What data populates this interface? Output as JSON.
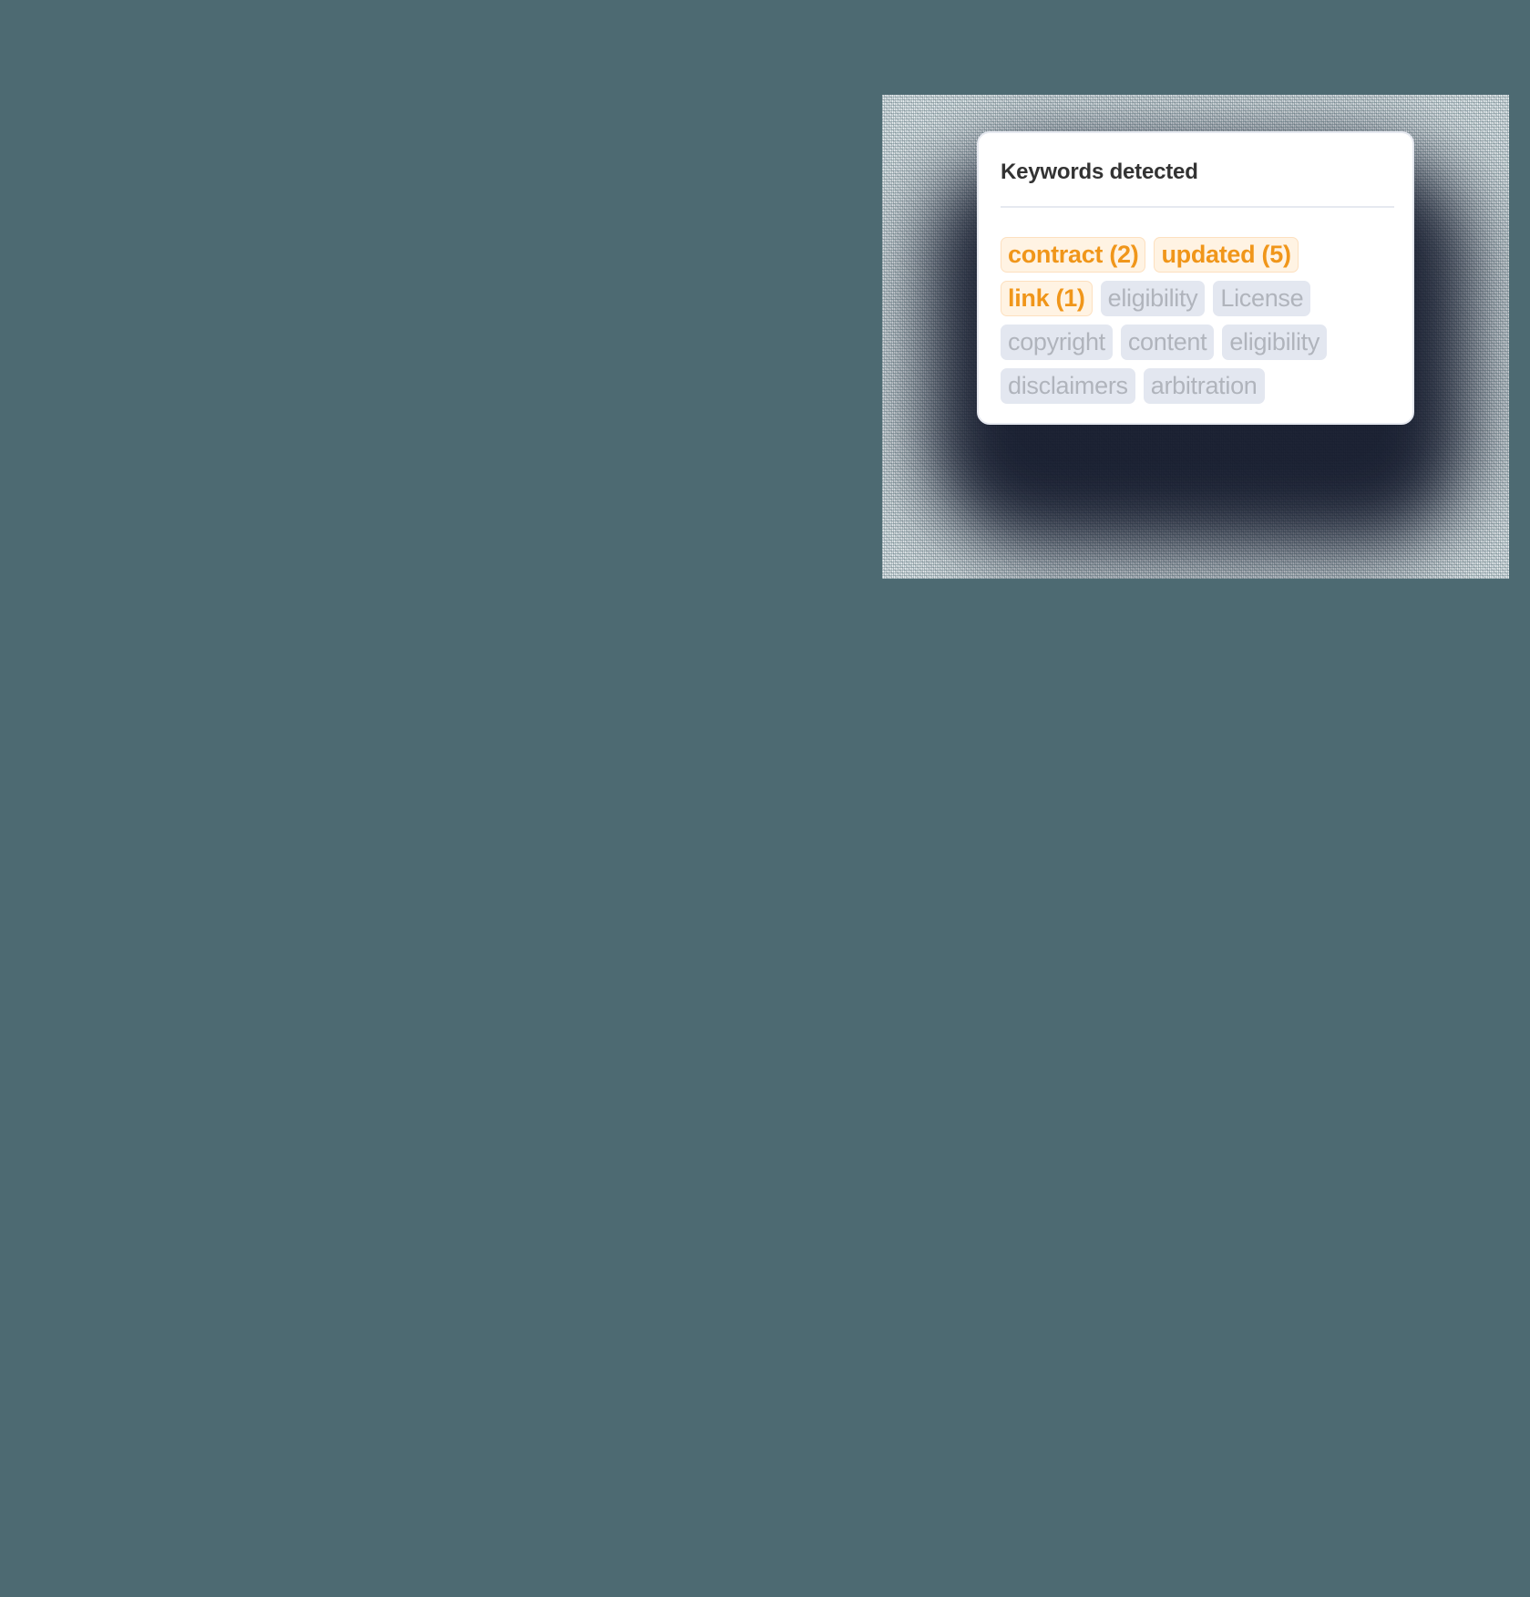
{
  "colors": {
    "background": "#4d6a72",
    "card_bg": "#ffffff",
    "hit_text": "#f0961a",
    "hit_bg": "#fff3e3",
    "miss_text": "#b0b4bc",
    "miss_bg": "#e3e7f0",
    "shadow": "#141a2c"
  },
  "card": {
    "title": "Keywords detected",
    "keywords": [
      {
        "label": "contract (2)",
        "status": "detected"
      },
      {
        "label": "updated (5)",
        "status": "detected"
      },
      {
        "label": "link (1)",
        "status": "detected"
      },
      {
        "label": "eligibility",
        "status": "not-detected"
      },
      {
        "label": "License",
        "status": "not-detected"
      },
      {
        "label": "copyright",
        "status": "not-detected"
      },
      {
        "label": "content",
        "status": "not-detected"
      },
      {
        "label": "eligibility",
        "status": "not-detected"
      },
      {
        "label": "disclaimers",
        "status": "not-detected"
      },
      {
        "label": "arbitration",
        "status": "not-detected"
      }
    ]
  }
}
